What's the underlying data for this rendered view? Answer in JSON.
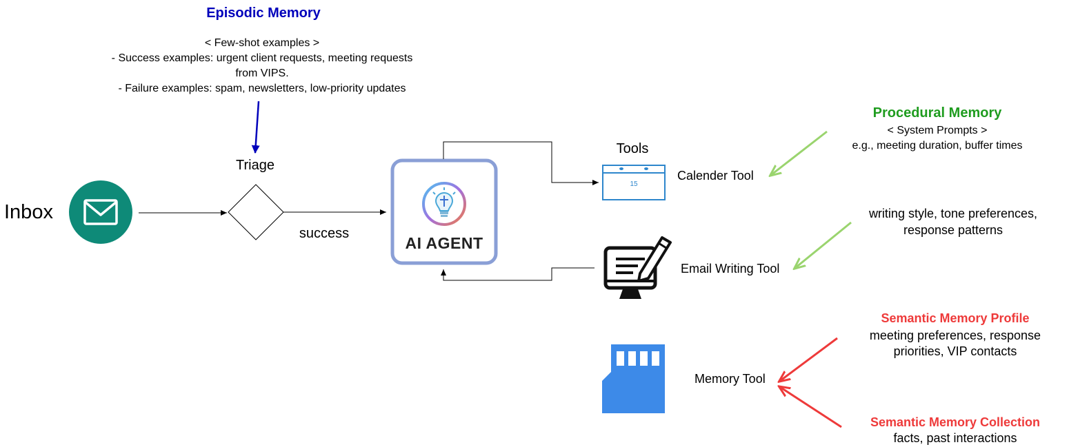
{
  "episodic": {
    "title": "Episodic Memory",
    "lines": [
      "< Few-shot examples >",
      "- Success examples: urgent client requests, meeting requests",
      "from VIPS.",
      "- Failure examples: spam, newsletters, low-priority updates"
    ]
  },
  "flow": {
    "inbox": "Inbox",
    "triage": "Triage",
    "success": "success",
    "agent": "AI AGENT"
  },
  "tools": {
    "heading": "Tools",
    "calendar": "Calender Tool",
    "calendar_day": "15",
    "email": "Email Writing Tool",
    "memory": "Memory Tool"
  },
  "procedural": {
    "title": "Procedural Memory",
    "lines": [
      "< System Prompts >",
      "e.g., meeting duration, buffer times"
    ]
  },
  "writing": {
    "lines": [
      "writing style, tone preferences,",
      "response patterns"
    ]
  },
  "semantic_profile": {
    "title": "Semantic Memory Profile",
    "lines": [
      "meeting preferences, response",
      "priorities, VIP contacts"
    ]
  },
  "semantic_collection": {
    "title": "Semantic Memory Collection",
    "lines": [
      "facts, past interactions"
    ]
  },
  "colors": {
    "episodic": "#0000bb",
    "procedural": "#1f9c1f",
    "semantic": "#ee3a3a",
    "inbox_circle": "#0e8a78",
    "agent_border": "#8a9fd6",
    "calendar": "#2d86cc",
    "memory_card": "#3d8ae8",
    "green_arrow": "#9ad46e",
    "red_arrow": "#ee3a3a"
  },
  "icons": [
    "envelope-icon",
    "calendar-icon",
    "desktop-pen-icon",
    "memory-card-icon",
    "brain-bulb-icon"
  ]
}
